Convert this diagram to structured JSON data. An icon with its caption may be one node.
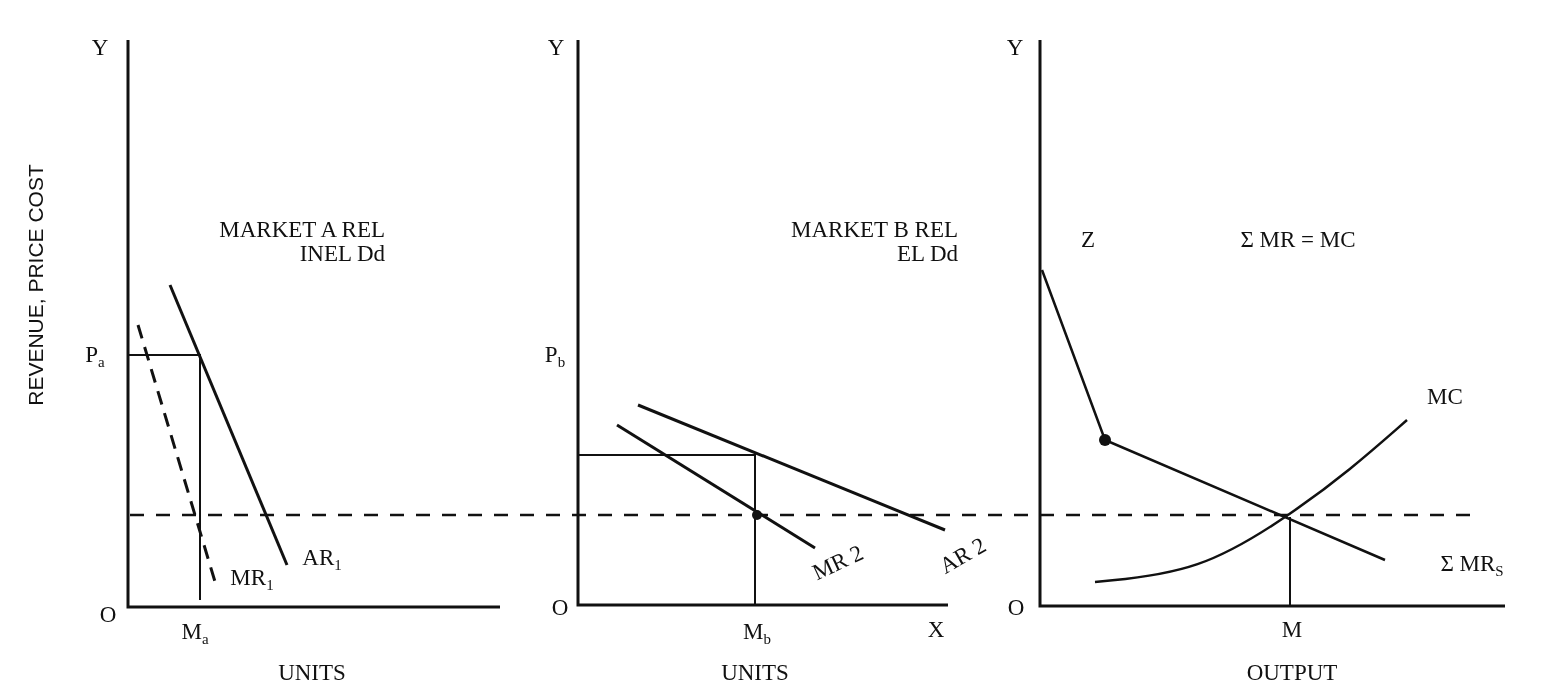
{
  "diagram": {
    "labels": [
      "Y",
      "Y",
      "Y",
      "REVENUE, PRICE COST",
      "MARKET A REL INEL Dd",
      "MARKET B REL EL Dd",
      "Z",
      "Σ MR = MC",
      "P$_{a}$",
      "P$_{b}$",
      "MC",
      "AR$_{1}$",
      "MR$_{1}$",
      "MR 2",
      "AR 2",
      "Σ MR$_{S}$",
      "O",
      "M$_{a}$",
      "O",
      "M$_{b}$",
      "X",
      "O",
      "M",
      "UNITS",
      "UNITS",
      "OUTPUT"
    ]
  }
}
